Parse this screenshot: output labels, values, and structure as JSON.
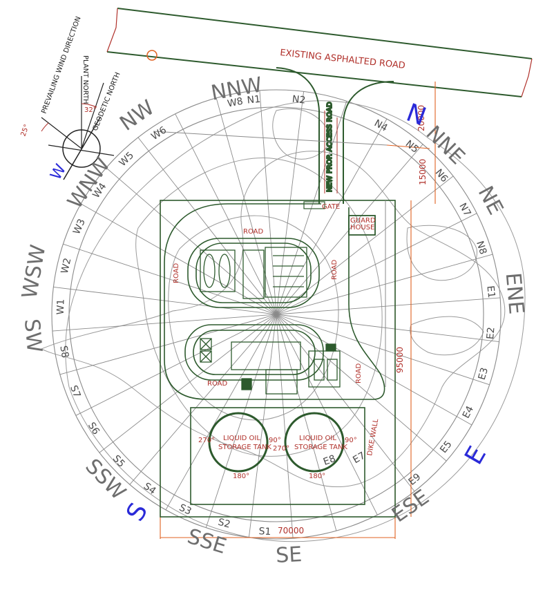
{
  "road": {
    "label": "EXISTING ASPHALTED ROAD"
  },
  "access_road": {
    "label": "NEW PROP. ACCESS ROAD"
  },
  "gate": {
    "label": "GATE"
  },
  "guard_house": {
    "line1": "GUARD",
    "line2": "HOUSE"
  },
  "road_labels": {
    "top": "ROAD",
    "left": "ROAD",
    "right": "ROAD",
    "bottom_left": "ROAD",
    "bottom_right": "ROAD"
  },
  "dike_wall": {
    "label": "DIKE WALL"
  },
  "tanks": [
    {
      "line1": "LIQUID OIL",
      "line2": "STORAGE TANK",
      "deg_left": "270°",
      "deg_right": "90°",
      "deg_bottom": "180°"
    },
    {
      "line1": "LIQUID OIL",
      "line2": "STORAGE TANK",
      "deg_left": "270°",
      "deg_right": "90°",
      "deg_bottom": "180°"
    }
  ],
  "dimensions": {
    "width": "70000",
    "height": "95000",
    "offset_a": "20000",
    "offset_b": "15000"
  },
  "north_arrow": {
    "plant_north": "PLANT NORTH",
    "prevailing_wind": "PREVAILING WIND DIRECTION",
    "geodetic_north": "GEODETIC NORTH",
    "angle_a": "25°",
    "angle_b": "32°"
  },
  "compass": {
    "directions": [
      "NNW",
      "NNE",
      "NE",
      "ENE",
      "ESE",
      "SE",
      "SSE",
      "SSW",
      "WSW",
      "SW",
      "NW",
      "WNW"
    ],
    "blue_directions": [
      "N",
      "E",
      "S",
      "W"
    ],
    "sectors": [
      "N1",
      "N2",
      "N4",
      "N5",
      "N6",
      "N7",
      "N8",
      "E1",
      "E2",
      "E3",
      "E4",
      "E5",
      "E7",
      "E8",
      "E9",
      "S1",
      "S2",
      "S3",
      "S4",
      "S5",
      "S6",
      "S7",
      "S8",
      "W1",
      "W2",
      "W3",
      "W4",
      "W5",
      "W6",
      "W8"
    ]
  },
  "colors": {
    "site": "#2d5a2d",
    "red": "#b0302a",
    "gray": "#8a8a8a",
    "blue": "#2a2ad8",
    "orange": "#e06020"
  }
}
